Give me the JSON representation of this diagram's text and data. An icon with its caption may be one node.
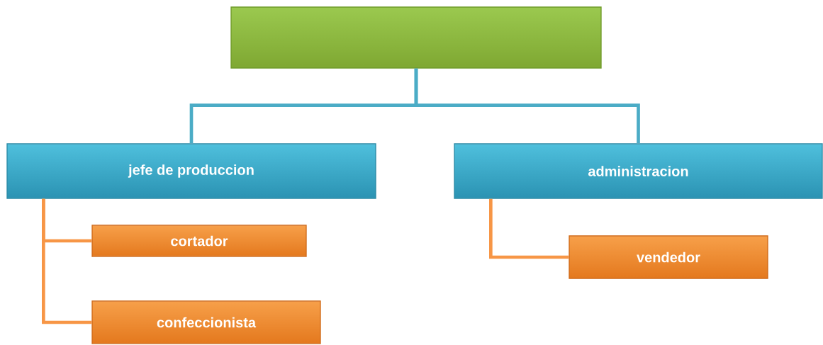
{
  "diagram": {
    "nodes": [
      {
        "text": [],
        "shape": "box"
      },
      {
        "text": [
          "jefe de produccion"
        ]
      },
      {
        "text": [
          "administracion"
        ]
      },
      {
        "text": [
          "cortador"
        ]
      },
      {
        "text": [
          "confeccionista"
        ]
      },
      {
        "text": [
          "vendedor"
        ]
      }
    ],
    "edges": [
      {
        "from": 0,
        "to": 1,
        "arrow": "none",
        "color": "#4bacc6"
      },
      {
        "from": 0,
        "to": 2,
        "arrow": "none",
        "color": "#4bacc6"
      },
      {
        "from": 1,
        "to": 3,
        "arrow": "none"
      },
      {
        "from": 1,
        "to": 4,
        "arrow": "none"
      },
      {
        "from": 2,
        "to": 5,
        "arrow": "none"
      }
    ]
  }
}
